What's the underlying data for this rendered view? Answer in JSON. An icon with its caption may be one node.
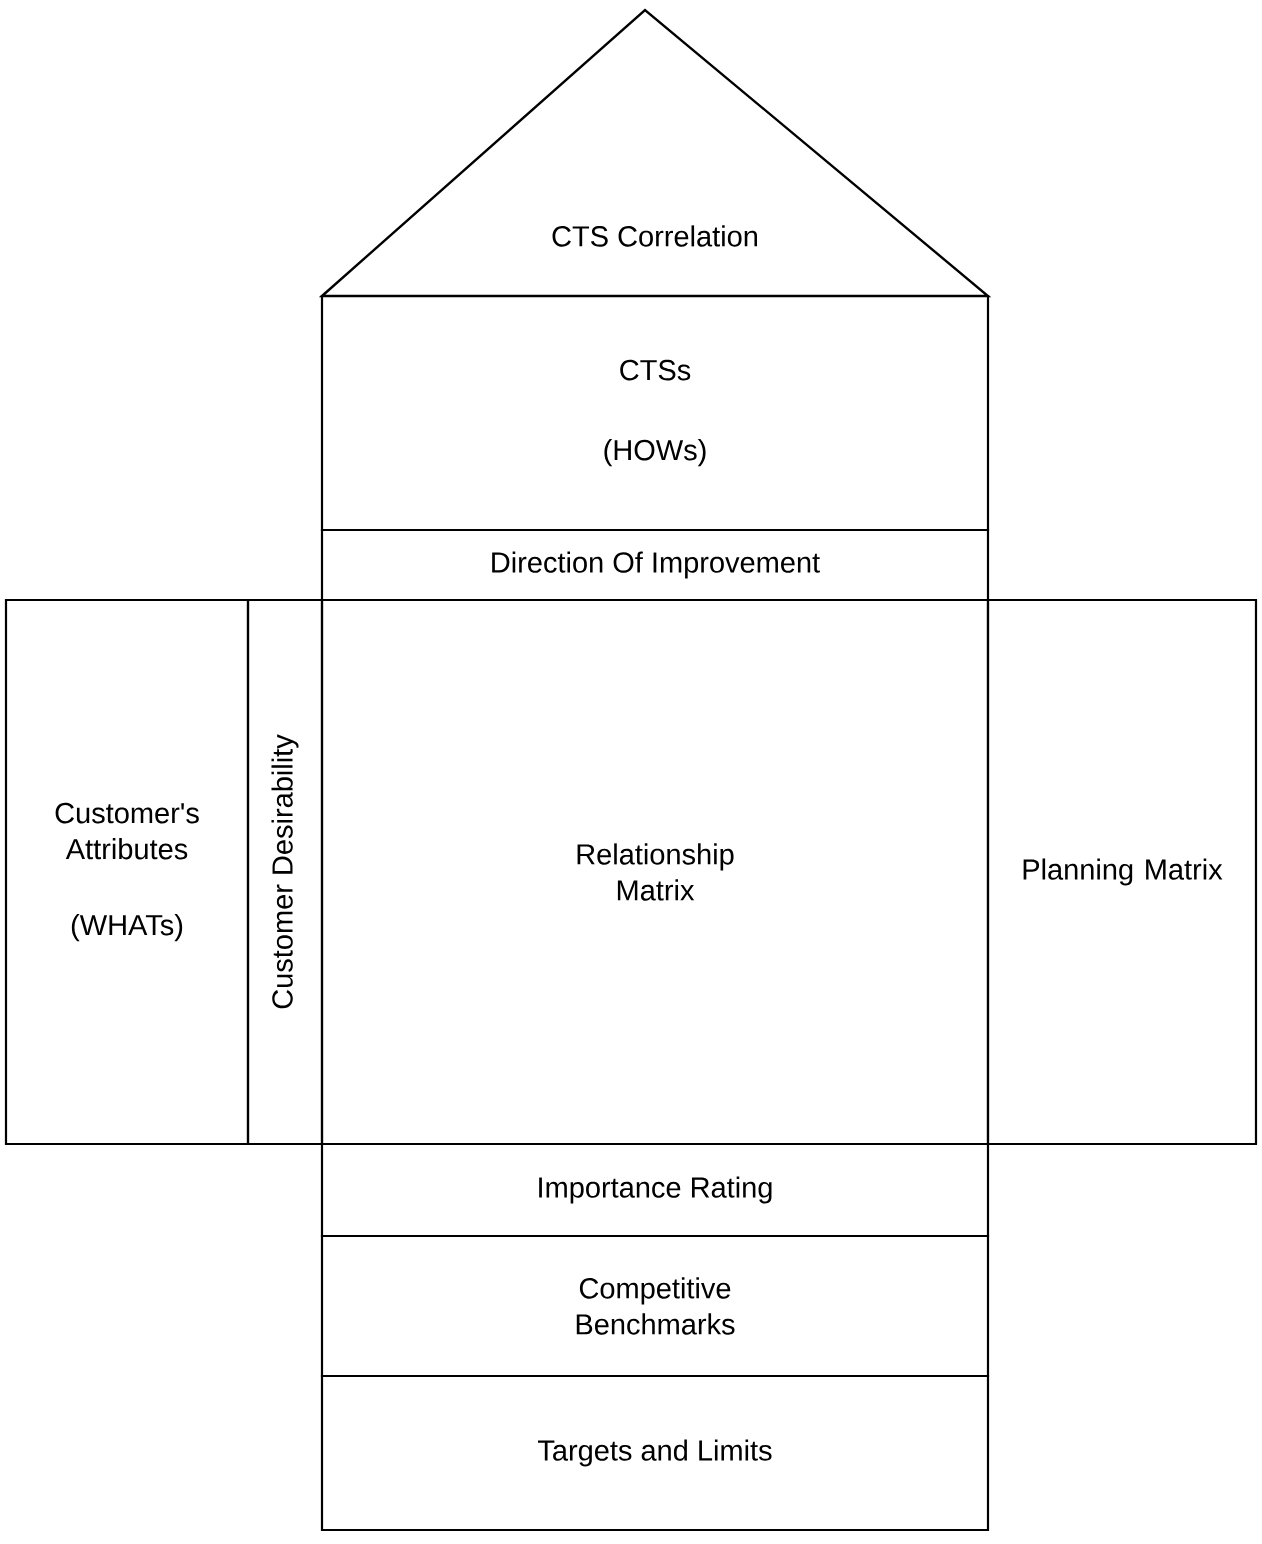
{
  "diagram": {
    "nodes": [
      {
        "text": [
          "CTS Correlation"
        ]
      },
      {
        "text": [
          "CTSs",
          "(HOWs)"
        ]
      },
      {
        "text": [
          "Direction Of Improvement"
        ]
      },
      {
        "text": [
          "Customer's Attributes",
          "(WHATs)"
        ]
      },
      {
        "text": [
          "Customer Desirability"
        ]
      },
      {
        "text": [
          "Relationship Matrix"
        ]
      },
      {
        "text": [
          "Planning Matrix"
        ]
      },
      {
        "text": [
          "Importance Rating"
        ]
      },
      {
        "text": [
          "Competitive Benchmarks"
        ]
      },
      {
        "text": [
          "Targets and Limits"
        ]
      }
    ]
  }
}
